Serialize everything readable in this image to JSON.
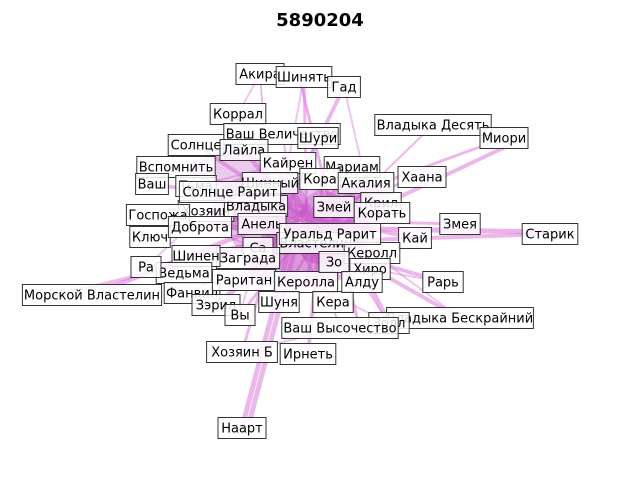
{
  "title": "5890204",
  "colors": {
    "edge": "#dd7ddd",
    "core": "#c44dc4",
    "label_border": "#333333",
    "label_fill": "#ffffff"
  },
  "nodes": [
    "Акира",
    "Шинять",
    "Гад",
    "Коррал",
    "Ваш Величество",
    "Шури",
    "Солнце",
    "Лайла",
    "Владыка Десять",
    "Миори",
    "Кайрен",
    "Вспомнить",
    "Мариам",
    "Хаана",
    "Ваш",
    "Тьма",
    "Кора",
    "Акалия",
    "Шинный",
    "Хозяин",
    "Владыка",
    "Змей",
    "Крил",
    "Корать",
    "Госпожа",
    "Змея",
    "Старик",
    "Анель",
    "Ключ",
    "Доброта",
    "Кай",
    "Властелин",
    "Са",
    "Заграда",
    "Шинен",
    "Керолл",
    "Ведьма",
    "Хиро",
    "Рарь",
    "Морской Властелин",
    "Фанвил",
    "Раритан",
    "Керолла",
    "Зэрил",
    "Кера",
    "Шуня",
    "Владыка Бескрайний",
    "Золл",
    "Ваш Высочество",
    "Хозяин Б",
    "Ирнеть",
    "Наарт",
    "Ра",
    "Вы",
    "Солнце Рарит",
    "Зо",
    "Алду",
    "Уральд Рарит"
  ]
}
